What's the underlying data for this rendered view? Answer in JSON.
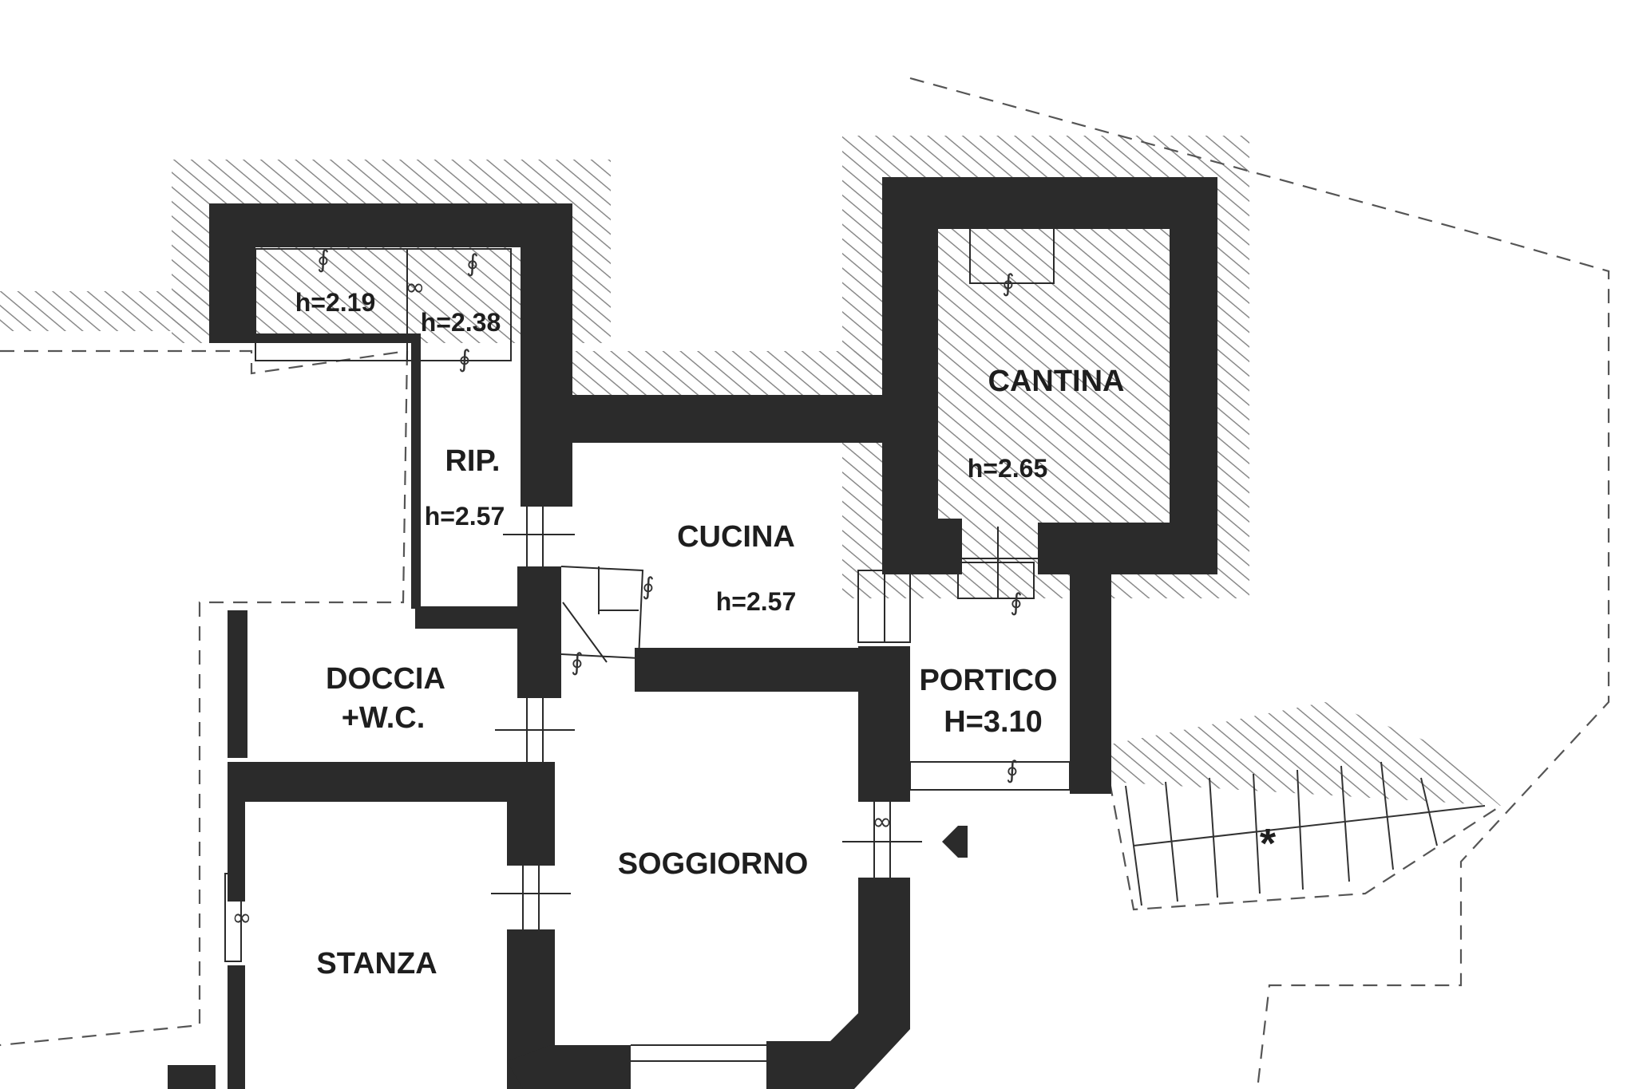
{
  "rooms": {
    "cantina": {
      "name": "CANTINA",
      "height": "h=2.65"
    },
    "cucina": {
      "name": "CUCINA",
      "height": "h=2.57"
    },
    "rip": {
      "name": "RIP.",
      "height": "h=2.57"
    },
    "storage_left": {
      "height": "h=2.19"
    },
    "storage_right": {
      "height": "h=2.38"
    },
    "doccia": {
      "name_line1": "DOCCIA",
      "name_line2": "+W.C."
    },
    "portico": {
      "name": "PORTICO",
      "height": "H=3.10"
    },
    "soggiorno": {
      "name": "SOGGIORNO"
    },
    "stanza": {
      "name": "STANZA"
    }
  },
  "stair_marker": "*"
}
